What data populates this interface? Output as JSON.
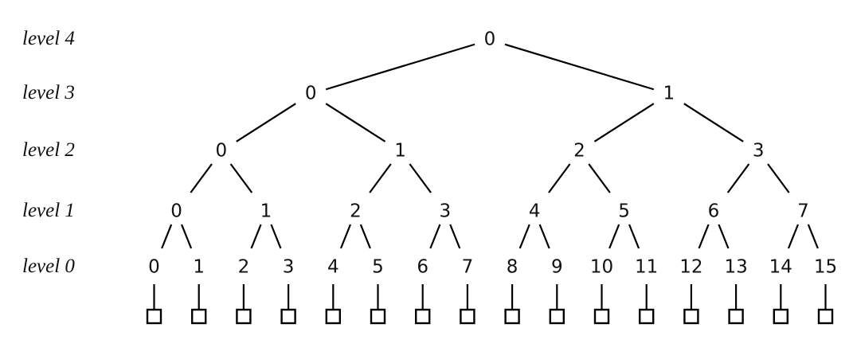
{
  "diagram": {
    "type": "binary-tree",
    "background_color": "#ffffff",
    "line_color": "#000000",
    "text_color": "#111111",
    "levels": [
      {
        "label": "level 4",
        "nodes": [
          "0"
        ]
      },
      {
        "label": "level 3",
        "nodes": [
          "0",
          "1"
        ]
      },
      {
        "label": "level 2",
        "nodes": [
          "0",
          "1",
          "2",
          "3"
        ]
      },
      {
        "label": "level 1",
        "nodes": [
          "0",
          "1",
          "2",
          "3",
          "4",
          "5",
          "6",
          "7"
        ]
      },
      {
        "label": "level 0",
        "nodes": [
          "0",
          "1",
          "2",
          "3",
          "4",
          "5",
          "6",
          "7",
          "8",
          "9",
          "10",
          "11",
          "12",
          "13",
          "14",
          "15"
        ]
      }
    ],
    "leaf_box_count": 16
  }
}
